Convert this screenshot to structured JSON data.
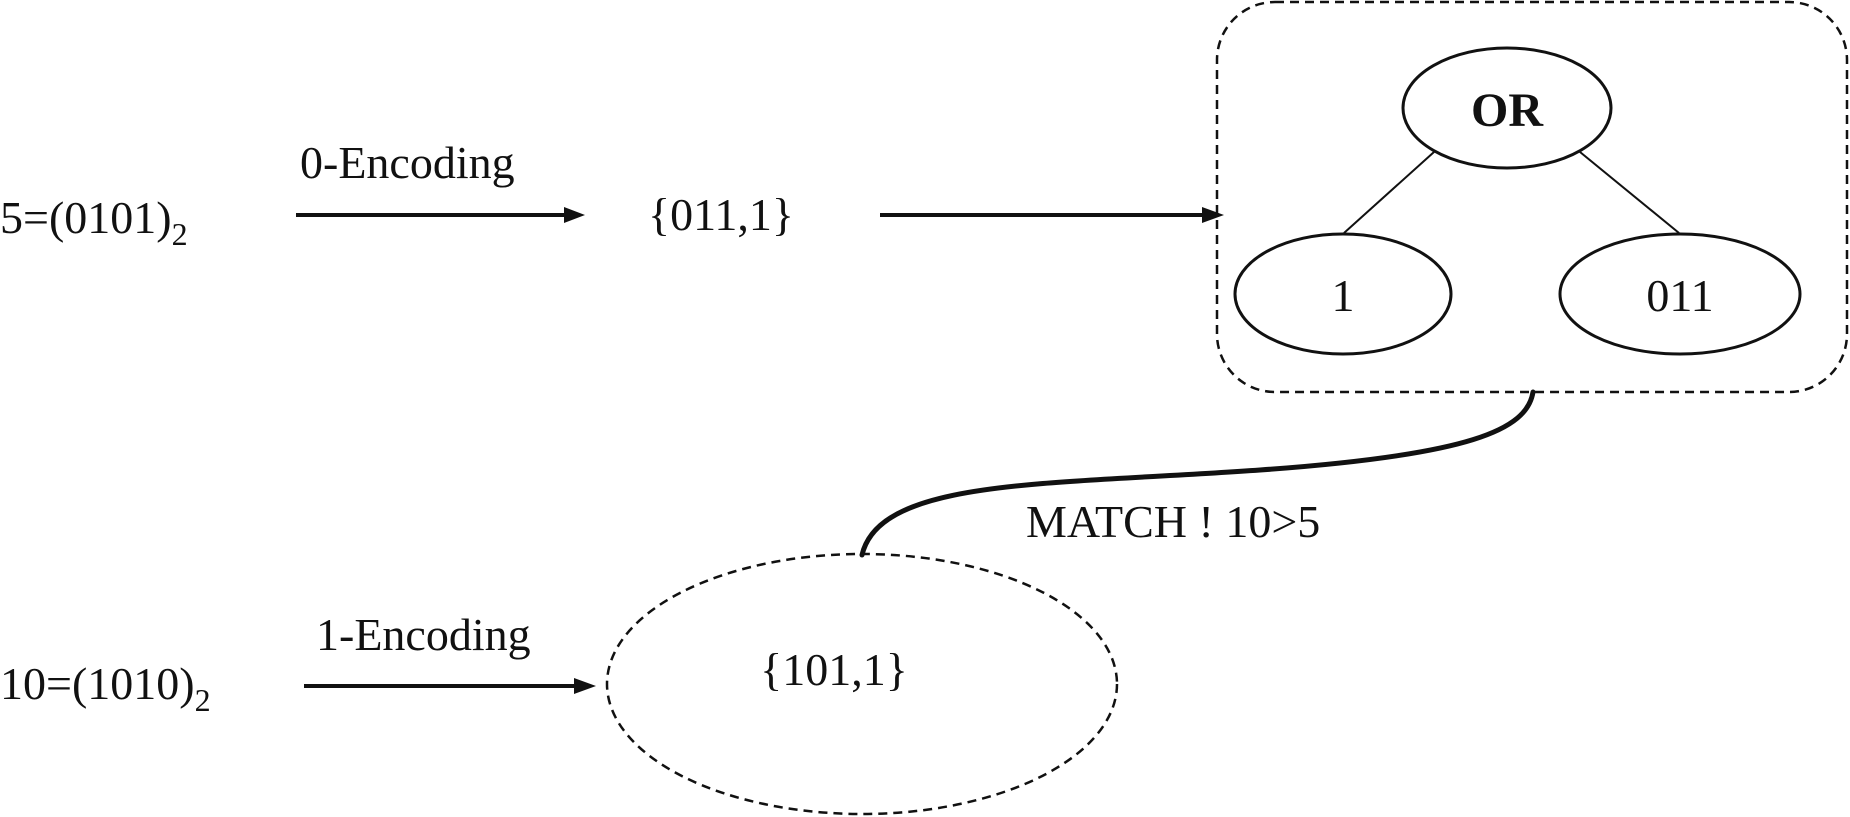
{
  "top_row": {
    "number": "5=(0101)",
    "number_subscript": "2",
    "encoding_label": "0-Encoding",
    "encoded_set": "{011,1}"
  },
  "tree": {
    "root_label": "OR",
    "left_leaf": "1",
    "right_leaf": "011"
  },
  "bottom_row": {
    "number": "10=(1010)",
    "number_subscript": "2",
    "encoding_label": "1-Encoding",
    "encoded_set": "{101,1}"
  },
  "match_label": "MATCH ! 10>5",
  "colors": {
    "stroke": "#111111",
    "background": "#ffffff"
  }
}
